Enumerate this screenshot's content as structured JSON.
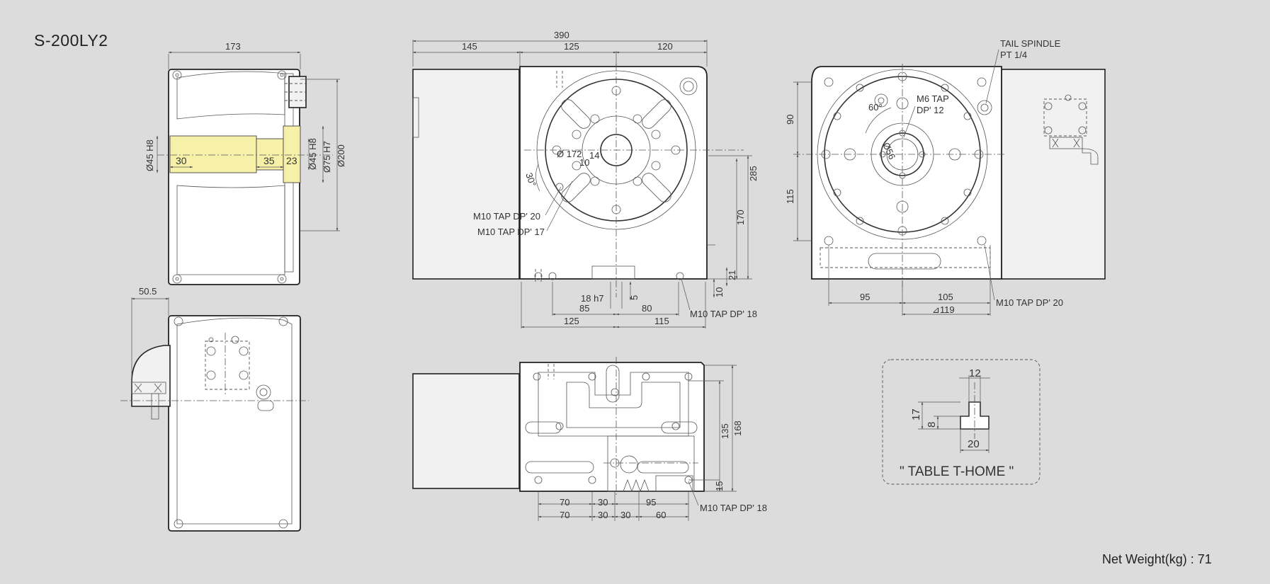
{
  "title": "S-200LY2",
  "net_weight": "Net Weight(kg) : 71",
  "side_view": {
    "dim_width": "173",
    "dim_bore": "Ø45 H8",
    "dim_30": "30",
    "dim_35": "35",
    "dim_23": "23",
    "dim_45h8": "Ø45 H8",
    "dim_75h7": "Ø75 H7",
    "dim_200": "Ø200"
  },
  "bottom_left_view": {
    "dim_50_5": "50.5"
  },
  "front_view": {
    "dim_total": "390",
    "dim_145": "145",
    "dim_125": "125",
    "dim_120": "120",
    "dim_172": "Ø 172",
    "dim_14": "14",
    "dim_10": "10",
    "dim_30deg": "30°",
    "note_m10_20": "M10 TAP DP' 20",
    "note_m10_17": "M10 TAP DP' 17",
    "dim_285": "285",
    "dim_170": "170",
    "dim_21": "21",
    "dim_10b": "10",
    "dim_5": "5",
    "dim_18h7": "18 h7",
    "dim_85": "85",
    "dim_80": "80",
    "dim_125b": "125",
    "dim_115": "115",
    "note_m10_18": "M10 TAP DP' 18"
  },
  "right_view": {
    "note_tail": "TAIL SPINDLE",
    "note_pt": "PT 1/4",
    "note_m6": "M6 TAP",
    "note_m6dp": "DP' 12",
    "dim_60deg": "60°",
    "dim_56": "Ø56",
    "dim_90": "90",
    "dim_115": "115",
    "dim_95": "95",
    "dim_105": "105",
    "dim_119": "⊿119",
    "note_m10_20": "M10 TAP DP' 20"
  },
  "bottom_view": {
    "dim_135": "135",
    "dim_168": "168",
    "dim_15": "15",
    "dim_70a": "70",
    "dim_30a": "30",
    "dim_95": "95",
    "dim_70b": "70",
    "dim_30b": "30",
    "dim_30c": "30",
    "dim_60": "60",
    "note_m10_18": "M10 TAP DP' 18"
  },
  "t_home": {
    "dim_12": "12",
    "dim_17": "17",
    "dim_8": "8",
    "dim_20": "20",
    "caption": "\" TABLE T-HOME \""
  }
}
